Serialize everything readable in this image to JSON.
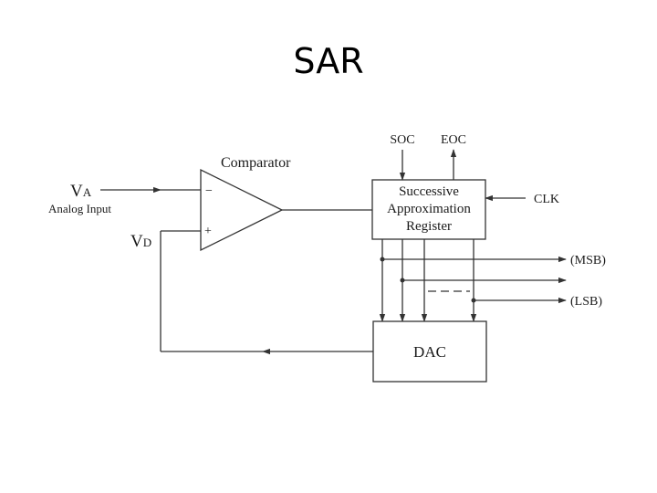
{
  "slide": {
    "title": "SAR"
  },
  "diagram": {
    "comparator": {
      "label": "Comparator",
      "minus": "−",
      "plus": "+"
    },
    "input": {
      "v": "V",
      "sub": "A",
      "label": "Analog Input"
    },
    "feedback": {
      "v": "V",
      "sub": "D"
    },
    "sar": {
      "line1": "Successive",
      "line2": "Approximation",
      "line3": "Register"
    },
    "dac": {
      "label": "DAC"
    },
    "signals": {
      "soc": "SOC",
      "eoc": "EOC",
      "clk": "CLK",
      "msb": "(MSB)",
      "lsb": "(LSB)"
    }
  }
}
